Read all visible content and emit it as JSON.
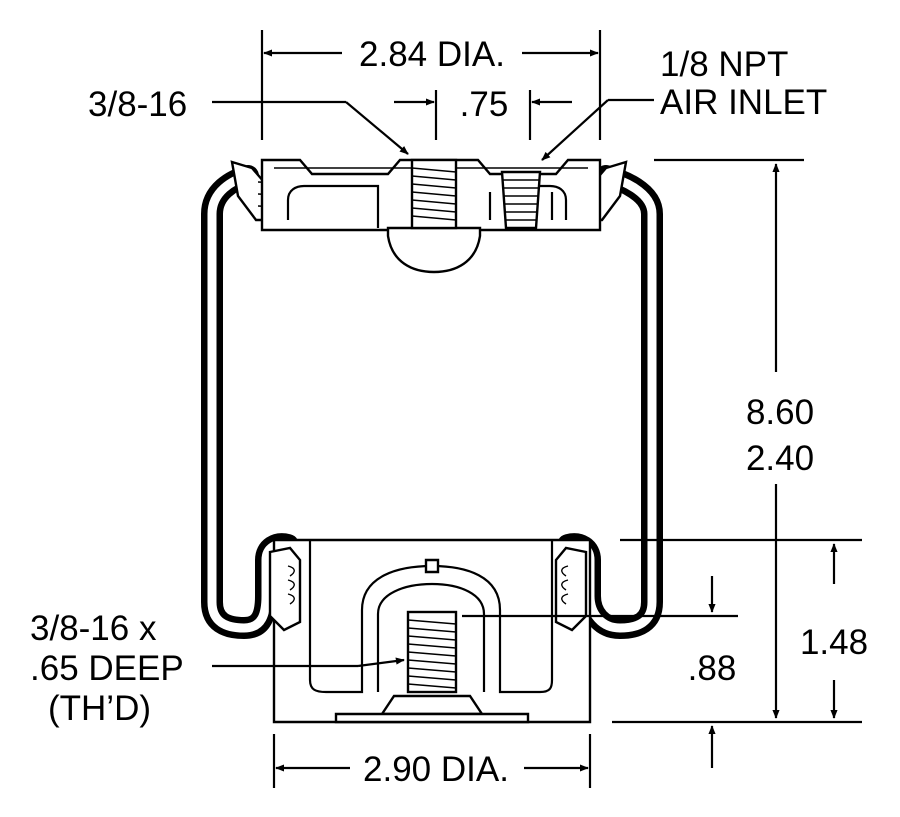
{
  "dimensions": {
    "top_diameter": "2.84 DIA.",
    "top_stud_thread": "3/8-16",
    "port_spacing": ".75",
    "air_inlet_line1": "1/8 NPT",
    "air_inlet_line2": "AIR INLET",
    "extended_height": "8.60",
    "compressed_height": "2.40",
    "piston_height": "1.48",
    "bottom_insert_depth": ".88",
    "bottom_thread_line1": "3/8-16 x",
    "bottom_thread_line2": ".65 DEEP",
    "bottom_thread_line3": "(TH’D)",
    "bottom_diameter": "2.90 DIA."
  },
  "colors": {
    "ink": "#000000",
    "paper": "#ffffff"
  }
}
